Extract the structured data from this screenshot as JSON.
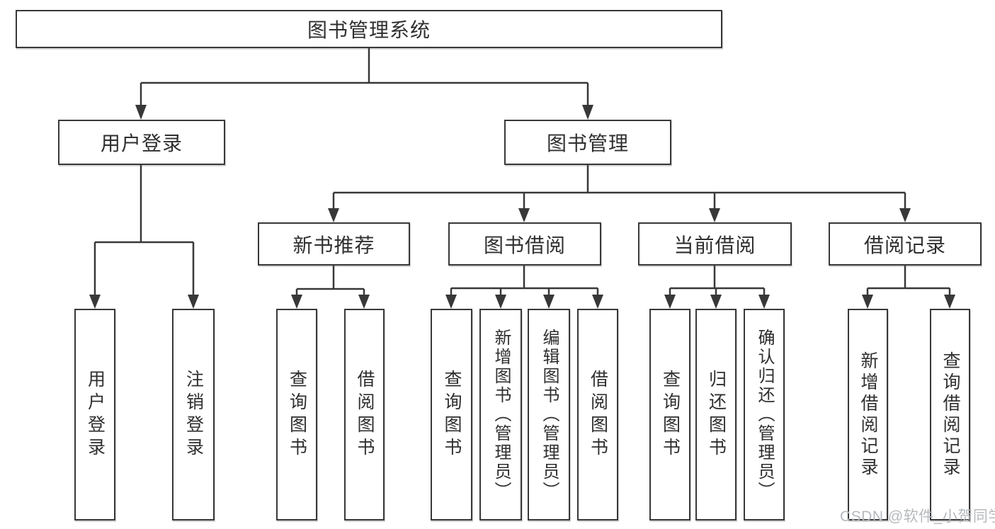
{
  "diagram": {
    "root": {
      "label": "图书管理系统"
    },
    "user_login": {
      "label": "用户登录",
      "children": [
        "用户登录",
        "注销登录"
      ]
    },
    "book_management": {
      "label": "图书管理",
      "modules": [
        {
          "label": "新书推荐",
          "children": [
            "查询图书",
            "借阅图书"
          ]
        },
        {
          "label": "图书借阅",
          "children": [
            "查询图书",
            "新增图书（管理员）",
            "编辑图书（管理员）",
            "借阅图书"
          ]
        },
        {
          "label": "当前借阅",
          "children": [
            "查询图书",
            "归还图书",
            "确认归还（管理员）"
          ]
        },
        {
          "label": "借阅记录",
          "children": [
            "新增借阅记录",
            "查询借阅记录"
          ]
        }
      ]
    }
  },
  "watermark": {
    "text": "CSDN @软件_小贺同学"
  },
  "colors": {
    "line": "#383838",
    "text": "#2f2f2f",
    "box_background": "#ffffff",
    "watermark": "#b5b9bd"
  }
}
